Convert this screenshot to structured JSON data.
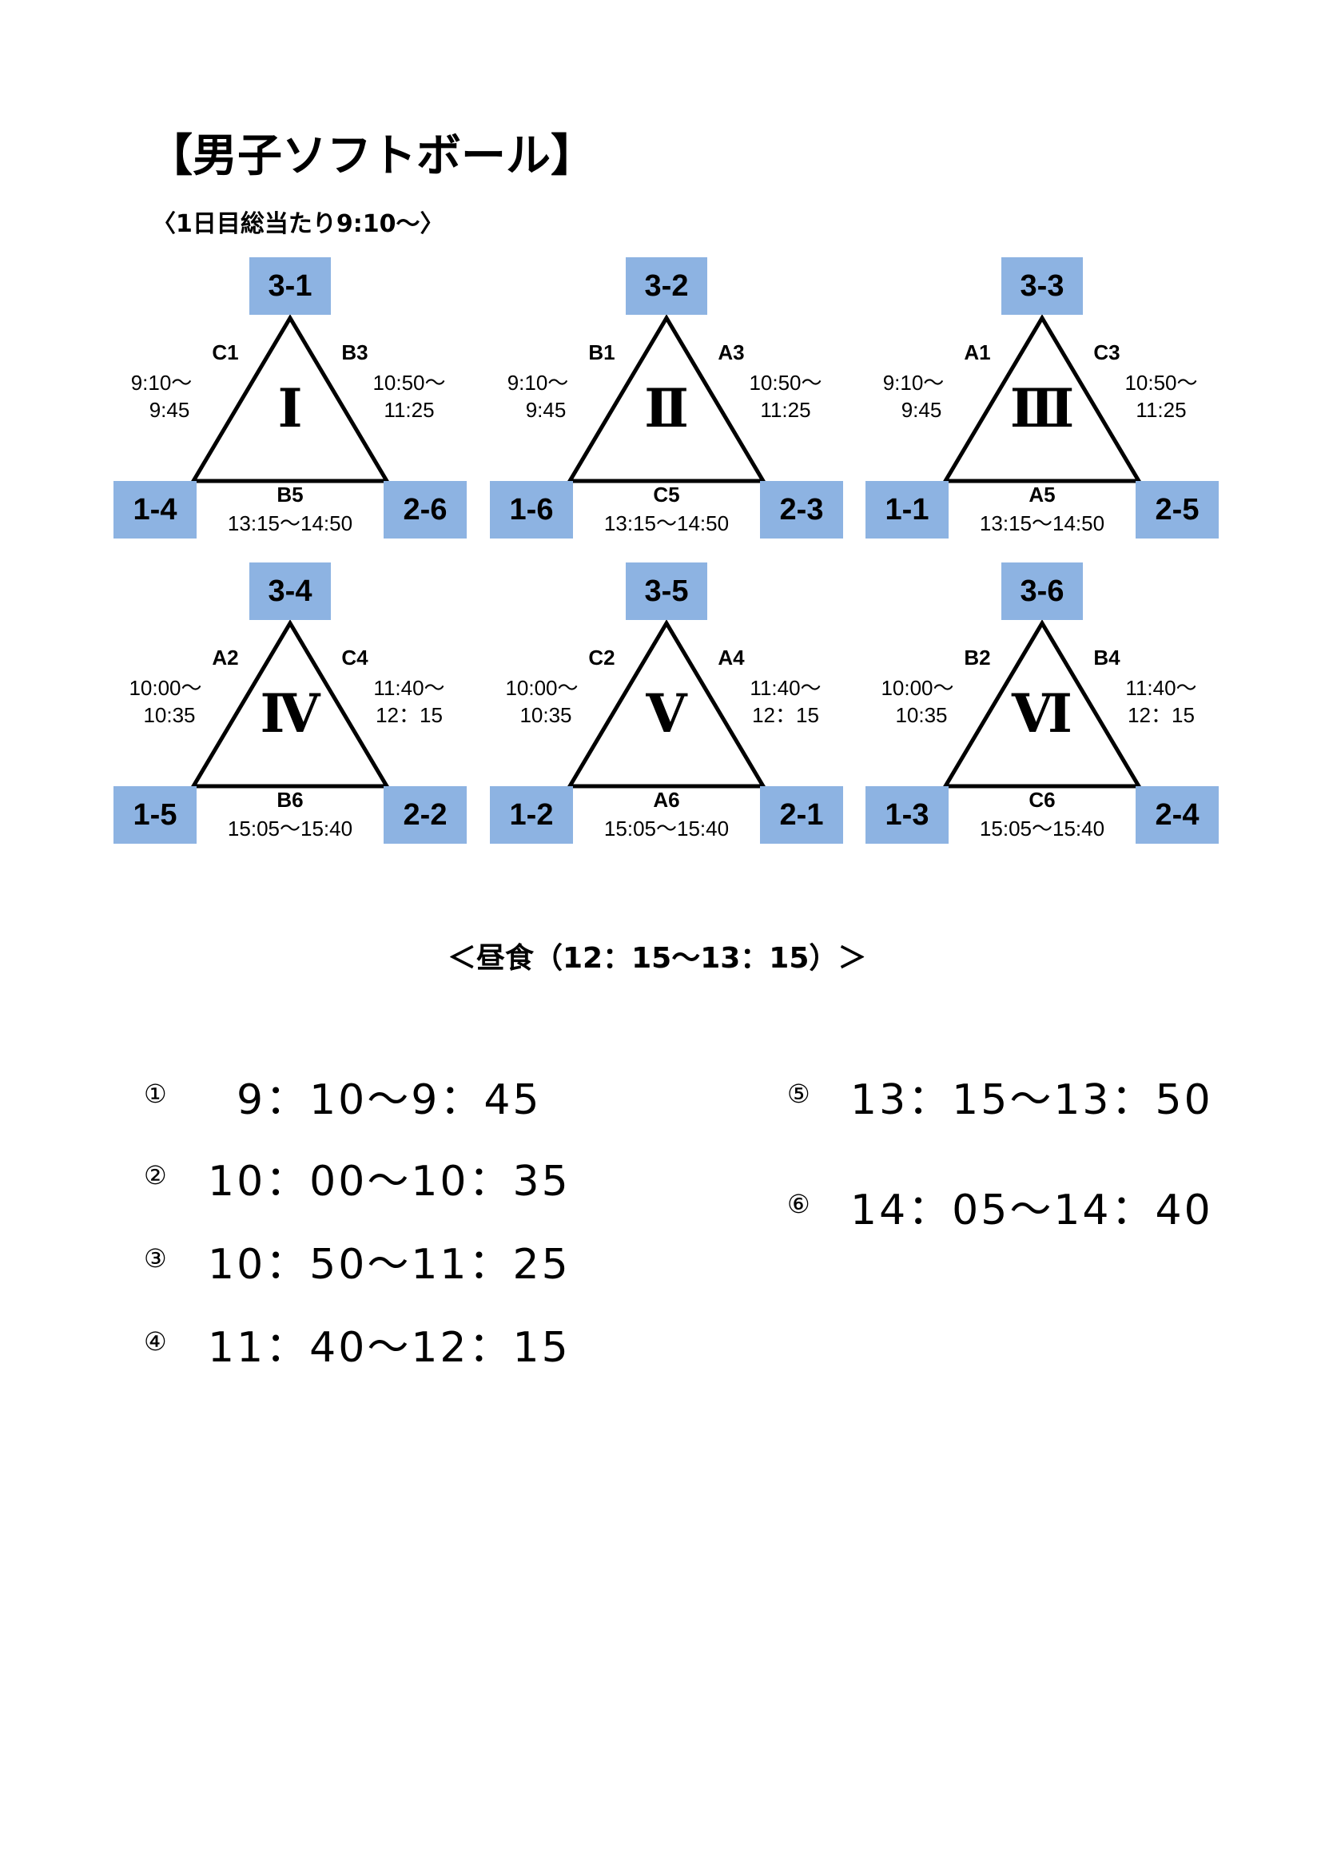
{
  "title": "【男子ソフトボール】",
  "subtitle": "〈1日目総当たり9:10～〉",
  "groups": [
    {
      "roman": "Ⅰ",
      "top": "3-1",
      "bl": "1-4",
      "br": "2-6",
      "left_label": "C1",
      "left_time1": "9:10～",
      "left_time2": "9:45",
      "right_label": "B3",
      "right_time1": "10:50～",
      "right_time2": "11:25",
      "bottom_label": "B5",
      "bottom_time": "13:15～14:50"
    },
    {
      "roman": "Ⅱ",
      "top": "3-2",
      "bl": "1-6",
      "br": "2-3",
      "left_label": "B1",
      "left_time1": "9:10～",
      "left_time2": "9:45",
      "right_label": "A3",
      "right_time1": "10:50～",
      "right_time2": "11:25",
      "bottom_label": "C5",
      "bottom_time": "13:15～14:50"
    },
    {
      "roman": "Ⅲ",
      "top": "3-3",
      "bl": "1-1",
      "br": "2-5",
      "left_label": "A1",
      "left_time1": "9:10～",
      "left_time2": "9:45",
      "right_label": "C3",
      "right_time1": "10:50～",
      "right_time2": "11:25",
      "bottom_label": "A5",
      "bottom_time": "13:15～14:50"
    },
    {
      "roman": "Ⅳ",
      "top": "3-4",
      "bl": "1-5",
      "br": "2-2",
      "left_label": "A2",
      "left_time1": "10:00～",
      "left_time2": "10:35",
      "right_label": "C4",
      "right_time1": "11:40～",
      "right_time2": "12：15",
      "bottom_label": "B6",
      "bottom_time": "15:05～15:40"
    },
    {
      "roman": "Ⅴ",
      "top": "3-5",
      "bl": "1-2",
      "br": "2-1",
      "left_label": "C2",
      "left_time1": "10:00～",
      "left_time2": "10:35",
      "right_label": "A4",
      "right_time1": "11:40～",
      "right_time2": "12：15",
      "bottom_label": "A6",
      "bottom_time": "15:05～15:40"
    },
    {
      "roman": "Ⅵ",
      "top": "3-6",
      "bl": "1-3",
      "br": "2-4",
      "left_label": "B2",
      "left_time1": "10:00～",
      "left_time2": "10:35",
      "right_label": "B4",
      "right_time1": "11:40～",
      "right_time2": "12：15",
      "bottom_label": "C6",
      "bottom_time": "15:05～15:40"
    }
  ],
  "lunch": "＜昼食（12：15～13：15）＞",
  "slots": [
    {
      "num": "①",
      "time": "9：10～9：45"
    },
    {
      "num": "②",
      "time": "10：00～10：35"
    },
    {
      "num": "③",
      "time": "10：50～11：25"
    },
    {
      "num": "④",
      "time": "11：40～12：15"
    },
    {
      "num": "⑤",
      "time": "13：15～13：50"
    },
    {
      "num": "⑥",
      "time": "14：05～14：40"
    }
  ],
  "colors": {
    "box_fill": "#8db3e2"
  }
}
